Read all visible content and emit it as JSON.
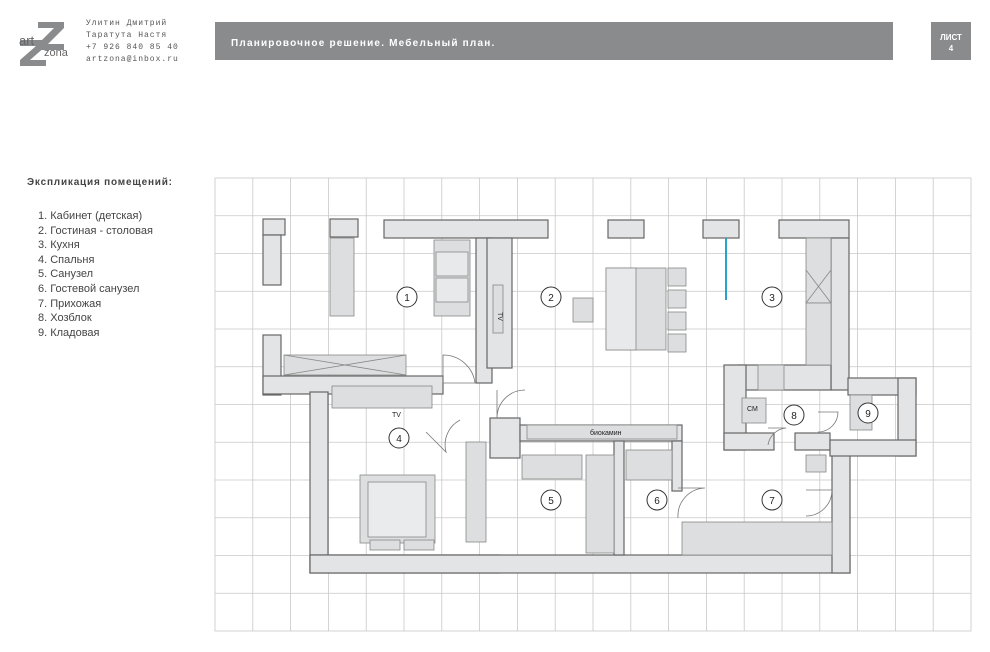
{
  "logo": {
    "text": "art zona"
  },
  "contacts": {
    "line1": "Улитин Дмитрий",
    "line2": "Таратута Настя",
    "line3": "+7 926 840 85 40",
    "line4": "artzona@inbox.ru"
  },
  "header": {
    "title": "Планировочное решение. Мебельный план.",
    "sheet_label": "ЛИСТ",
    "sheet_number": "4"
  },
  "explication": {
    "heading": "Экспликация помещений:",
    "items": [
      "1. Кабинет (детская)",
      "2. Гостиная - столовая",
      "3. Кухня",
      "4. Спальня",
      "5. Санузел",
      "6. Гостевой санузел",
      "7. Прихожая",
      "8. Хозблок",
      "9. Кладовая"
    ]
  },
  "plan": {
    "labels": {
      "tv_living": "TV",
      "tv_bedroom": "TV",
      "biofireplace": "биокамин",
      "washer": "СМ"
    },
    "room_numbers": [
      "1",
      "2",
      "3",
      "4",
      "5",
      "6",
      "7",
      "8",
      "9"
    ]
  },
  "colors": {
    "header_bg": "#8a8b8c",
    "wall_fill": "#e3e4e5",
    "wall_stroke": "#666666",
    "grid": "#c8c8c8",
    "accent_window": "#29a3c8"
  }
}
